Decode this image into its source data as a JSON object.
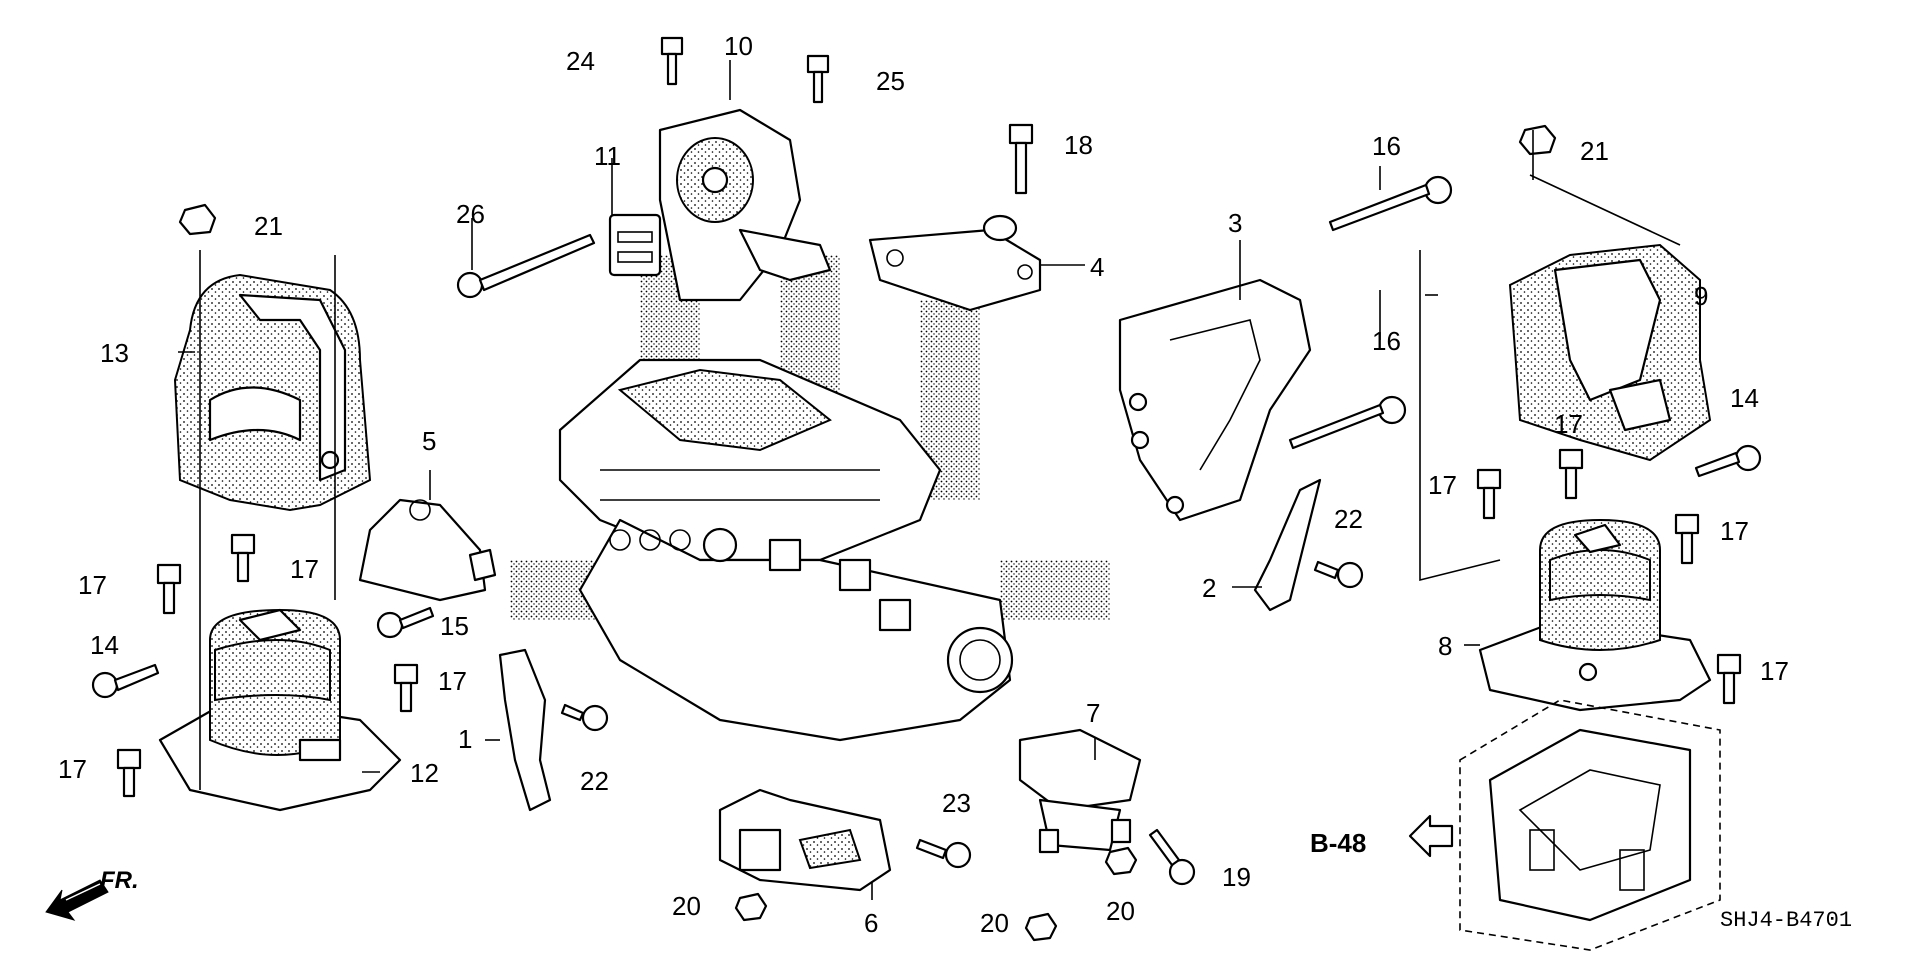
{
  "diagram": {
    "callouts": {
      "c1": "1",
      "c2": "2",
      "c3": "3",
      "c4": "4",
      "c5": "5",
      "c6": "6",
      "c7": "7",
      "c8": "8",
      "c9": "9",
      "c10": "10",
      "c11": "11",
      "c12": "12",
      "c13": "13",
      "c14a": "14",
      "c14b": "14",
      "c15": "15",
      "c16a": "16",
      "c16b": "16",
      "c17a": "17",
      "c17b": "17",
      "c17c": "17",
      "c17d": "17",
      "c17e": "17",
      "c17f": "17",
      "c17g": "17",
      "c17h": "17",
      "c18": "18",
      "c19": "19",
      "c20a": "20",
      "c20b": "20",
      "c20c": "20",
      "c21a": "21",
      "c21b": "21",
      "c22a": "22",
      "c22b": "22",
      "c23": "23",
      "c24": "24",
      "c25": "25",
      "c26": "26"
    },
    "reference": "B-48",
    "direction": "FR.",
    "drawing_code": "SHJ4-B4701"
  }
}
